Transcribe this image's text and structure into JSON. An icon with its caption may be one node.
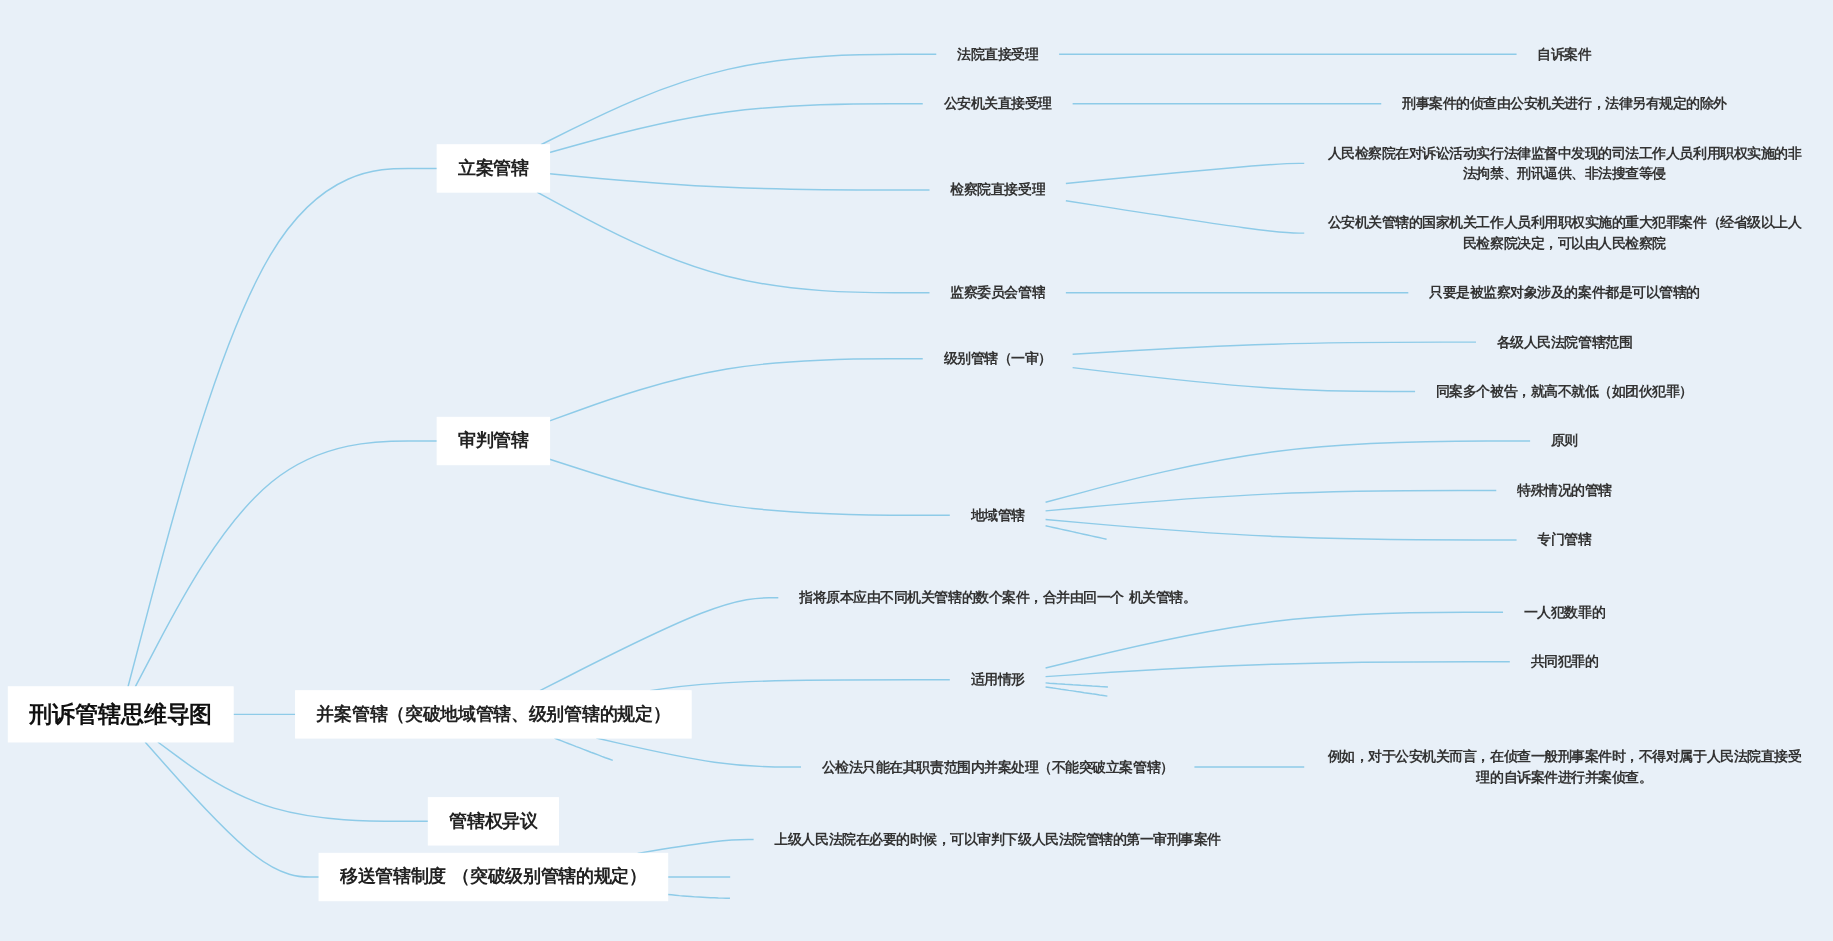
{
  "diagram": {
    "nodes": [
      {
        "text": [
          "刑诉管辖思维导图"
        ]
      },
      {
        "text": [
          "立案管辖"
        ]
      },
      {
        "text": [
          "法院直接受理"
        ]
      },
      {
        "text": [
          "自诉案件"
        ]
      },
      {
        "text": [
          "公安机关直接受理"
        ]
      },
      {
        "text": [
          "刑事案件的侦查由公安机关进行，法律另有规定的除外"
        ]
      },
      {
        "text": [
          "检察院直接受理"
        ]
      },
      {
        "text": [
          "人民检察院在对诉讼活动实行法律监督中发现的司法工作人员利用职权实施的非法拘禁、刑讯逼供、非法搜查等侵"
        ]
      },
      {
        "text": [
          "公安机关管辖的国家机关工作人员利用职权实施的重大犯罪案件（经省级以上人民检察院决定，可以由人民检察院"
        ]
      },
      {
        "text": [
          "监察委员会管辖"
        ]
      },
      {
        "text": [
          "只要是被监察对象涉及的案件都是可以管辖的"
        ]
      },
      {
        "text": [
          "审判管辖"
        ]
      },
      {
        "text": [
          "级别管辖（一审）"
        ]
      },
      {
        "text": [
          "各级人民法院管辖范围"
        ]
      },
      {
        "text": [
          "同案多个被告，就高不就低（如团伙犯罪）"
        ]
      },
      {
        "text": [
          "地域管辖"
        ]
      },
      {
        "text": [
          "原则"
        ]
      },
      {
        "text": [
          "特殊情况的管辖"
        ]
      },
      {
        "text": [
          "专门管辖"
        ]
      },
      {
        "text": [
          "并案管辖（突破地域管辖、级别管辖的规定）"
        ]
      },
      {
        "text": [
          "指将原本应由不同机关管辖的数个案件，合并由回一个 机关管辖。"
        ]
      },
      {
        "text": [
          "适用情形"
        ]
      },
      {
        "text": [
          "一人犯数罪的"
        ]
      },
      {
        "text": [
          "共同犯罪的"
        ]
      },
      {
        "text": [
          "公检法只能在其职责范围内并案处理（不能突破立案管辖）"
        ]
      },
      {
        "text": [
          "例如，对于公安机关而言，在侦查一般刑事案件时，不得对属于人民法院直接受理的自诉案件进行并案侦查。"
        ]
      },
      {
        "text": [
          "管辖权异议"
        ]
      },
      {
        "text": [
          "移送管辖制度 （突破级别管辖的规定）"
        ]
      },
      {
        "text": [
          "上级人民法院在必要的时候，可以审判下级人民法院管辖的第一审刑事案件"
        ]
      }
    ],
    "edges": [
      {
        "from": 0,
        "to": 1,
        "arrow": "none"
      },
      {
        "from": 1,
        "to": 2,
        "arrow": "none"
      },
      {
        "from": 2,
        "to": 3,
        "arrow": "none"
      },
      {
        "from": 1,
        "to": 4,
        "arrow": "none"
      },
      {
        "from": 4,
        "to": 5,
        "arrow": "none"
      },
      {
        "from": 1,
        "to": 6,
        "arrow": "none"
      },
      {
        "from": 6,
        "to": 7,
        "arrow": "none"
      },
      {
        "from": 6,
        "to": 8,
        "arrow": "none"
      },
      {
        "from": 1,
        "to": 9,
        "arrow": "none"
      },
      {
        "from": 9,
        "to": 10,
        "arrow": "none"
      },
      {
        "from": 0,
        "to": 11,
        "arrow": "none"
      },
      {
        "from": 11,
        "to": 12,
        "arrow": "none"
      },
      {
        "from": 12,
        "to": 13,
        "arrow": "none"
      },
      {
        "from": 12,
        "to": 14,
        "arrow": "none"
      },
      {
        "from": 11,
        "to": 15,
        "arrow": "none"
      },
      {
        "from": 15,
        "to": 16,
        "arrow": "none"
      },
      {
        "from": 15,
        "to": 17,
        "arrow": "none"
      },
      {
        "from": 15,
        "to": 18,
        "arrow": "none"
      },
      {
        "from": 15,
        "to": null,
        "arrow": "none"
      },
      {
        "from": 0,
        "to": 19,
        "arrow": "none"
      },
      {
        "from": 19,
        "to": 20,
        "arrow": "none"
      },
      {
        "from": 19,
        "to": 21,
        "arrow": "none"
      },
      {
        "from": 21,
        "to": 22,
        "arrow": "none"
      },
      {
        "from": 21,
        "to": 23,
        "arrow": "none"
      },
      {
        "from": 21,
        "to": null,
        "arrow": "none"
      },
      {
        "from": 21,
        "to": null,
        "arrow": "none"
      },
      {
        "from": 19,
        "to": 24,
        "arrow": "none"
      },
      {
        "from": 24,
        "to": 25,
        "arrow": "none"
      },
      {
        "from": 19,
        "to": null,
        "arrow": "none"
      },
      {
        "from": 0,
        "to": 26,
        "arrow": "none"
      },
      {
        "from": 0,
        "to": 27,
        "arrow": "none"
      },
      {
        "from": 27,
        "to": 28,
        "arrow": "none"
      },
      {
        "from": 27,
        "to": null,
        "arrow": "none"
      },
      {
        "from": 27,
        "to": null,
        "arrow": "none"
      }
    ]
  }
}
